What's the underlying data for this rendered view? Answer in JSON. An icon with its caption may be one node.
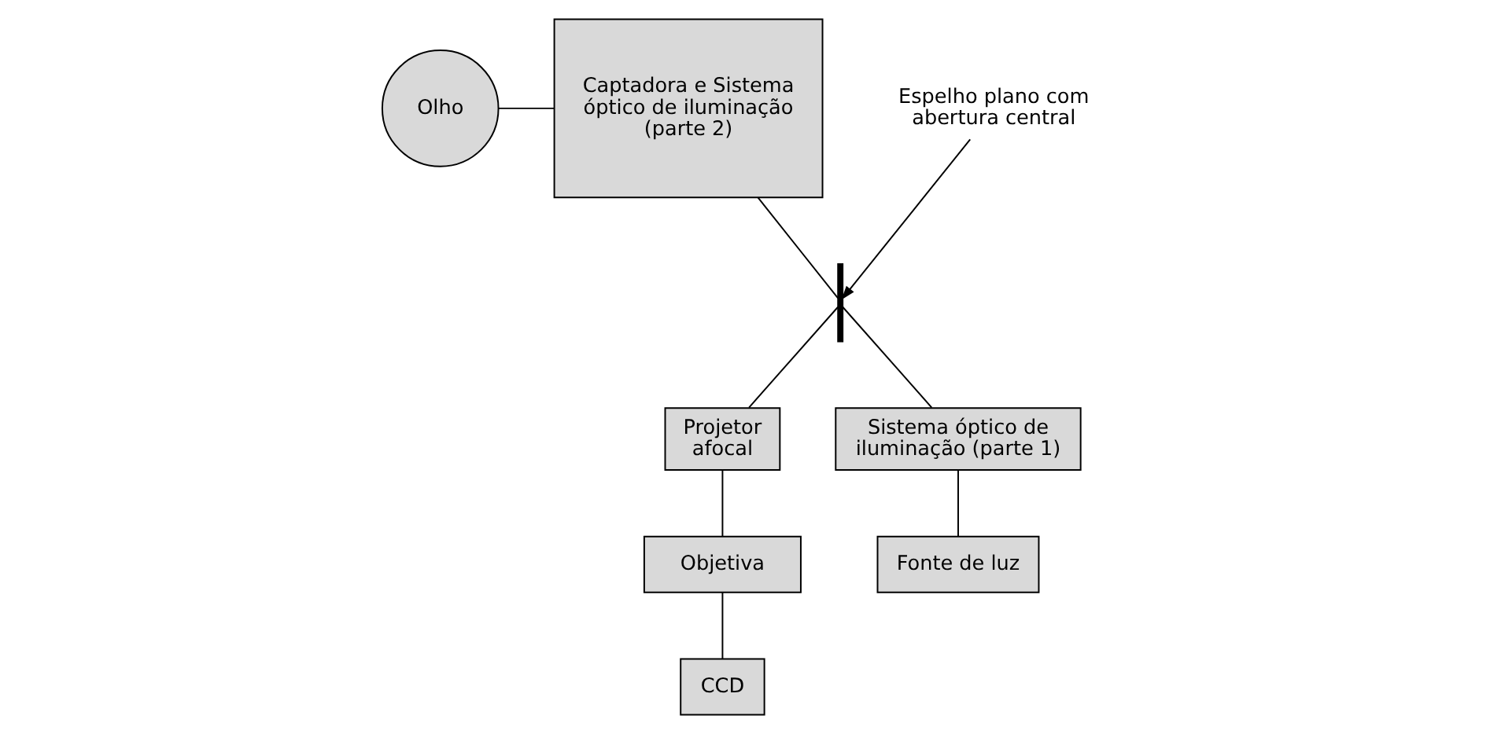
{
  "diagram": {
    "nodes": [
      {
        "text": [
          "Olho"
        ]
      },
      {
        "text": [
          "Captadora e Sistema óptico de iluminação (parte 2)"
        ]
      },
      {
        "text": [
          "Espelho plano com abertura central"
        ]
      },
      {
        "text": [],
        "shape": "line"
      },
      {
        "text": [
          "Projetor afocal"
        ]
      },
      {
        "text": [
          "Objetiva"
        ]
      },
      {
        "text": [
          "CCD"
        ]
      },
      {
        "text": [
          "Sistema óptico de iluminação (parte 1)"
        ]
      },
      {
        "text": [
          "Fonte de luz"
        ]
      }
    ],
    "edges": [
      {
        "from": 0,
        "to": 1,
        "arrow": "none"
      },
      {
        "from": 1,
        "to": 3,
        "arrow": "none"
      },
      {
        "from": 2,
        "to": 3,
        "arrow": "to"
      },
      {
        "from": 3,
        "to": 4,
        "arrow": "none"
      },
      {
        "from": 4,
        "to": 5,
        "arrow": "none"
      },
      {
        "from": 5,
        "to": 6,
        "arrow": "none"
      },
      {
        "from": 3,
        "to": 7,
        "arrow": "none"
      },
      {
        "from": 7,
        "to": 8,
        "arrow": "none"
      }
    ]
  }
}
